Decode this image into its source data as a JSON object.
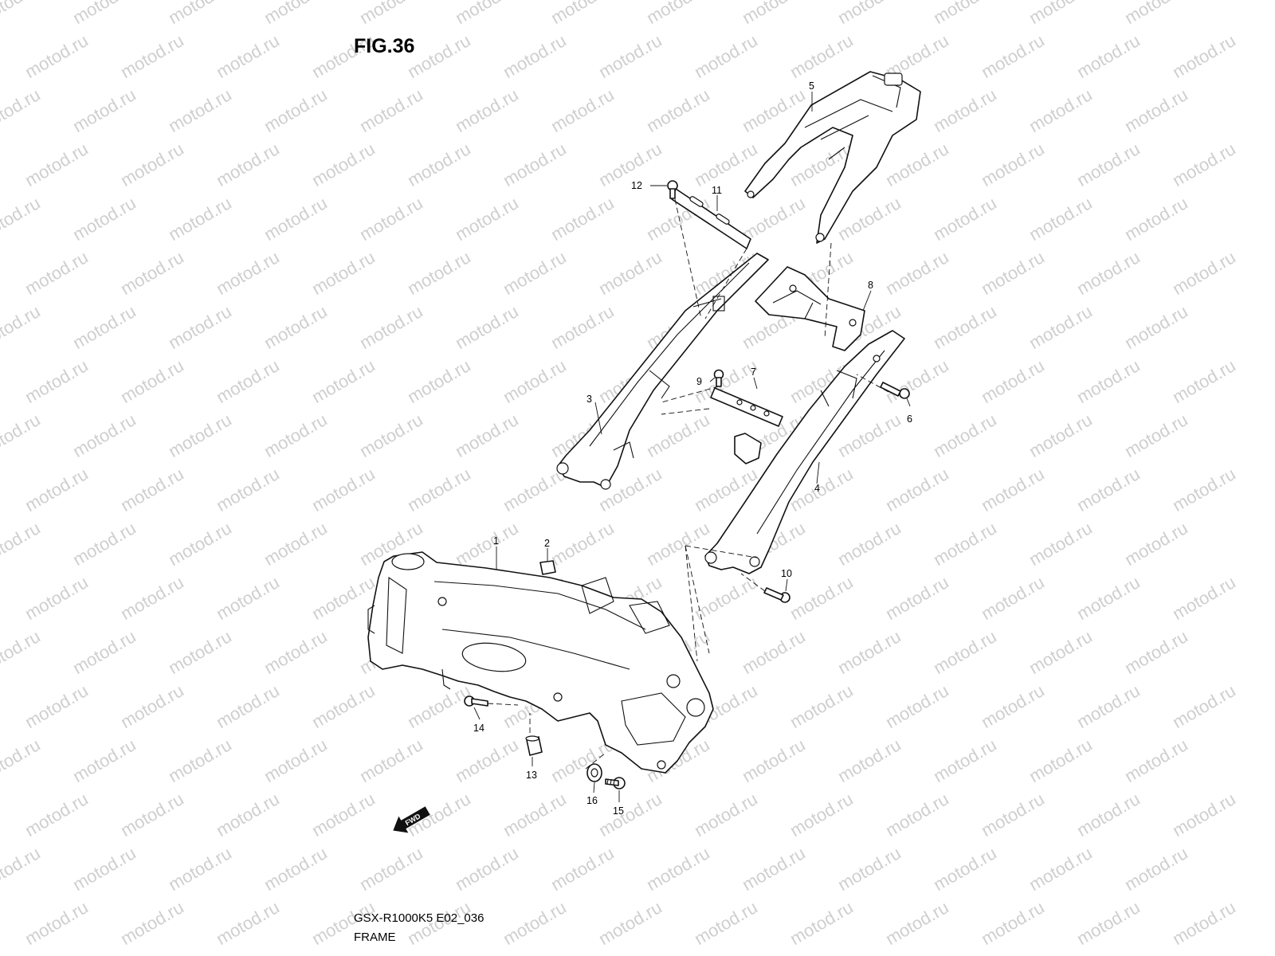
{
  "figure": {
    "title": "FIG.36",
    "model_code": "GSX-R1000K5 E02_036",
    "name": "FRAME"
  },
  "watermark": {
    "text": "motod.ru"
  },
  "fwd_label": "FWD",
  "callouts": [
    "1",
    "2",
    "3",
    "4",
    "5",
    "6",
    "7",
    "8",
    "9",
    "10",
    "11",
    "12",
    "13",
    "14",
    "15",
    "16"
  ]
}
